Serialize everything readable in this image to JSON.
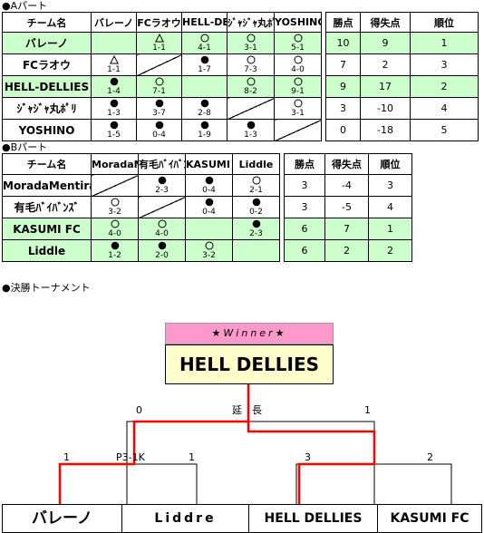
{
  "partA": {
    "title": "●Aパート",
    "headers": [
      "チーム名",
      "バレーノ",
      "FCラオウ",
      "HELL-DELLIES",
      "ｼﾞｬｼﾞｬ丸ﾎﾟﾘ",
      "YOSHINO",
      "勝点",
      "得失点",
      "順位"
    ],
    "rows": [
      {
        "team": "バレーノ",
        "highlight": true,
        "cells": [
          null,
          {
            "mark": "triangle",
            "score": "1-1"
          },
          {
            "mark": "win",
            "score": "4-1"
          },
          {
            "mark": "win",
            "score": "3-1"
          },
          {
            "mark": "win",
            "score": "5-1"
          }
        ],
        "points": "10",
        "diff": "9",
        "rank": "1"
      },
      {
        "team": "FCラオウ",
        "highlight": false,
        "cells": [
          {
            "mark": "triangle",
            "score": "1-1"
          },
          null,
          {
            "mark": "loss",
            "score": "1-7"
          },
          {
            "mark": "win",
            "score": "7-3"
          },
          {
            "mark": "win",
            "score": "4-0"
          }
        ],
        "points": "7",
        "diff": "2",
        "rank": "3"
      },
      {
        "team": "HELL-DELLIES",
        "highlight": true,
        "cells": [
          {
            "mark": "loss",
            "score": "1-4"
          },
          {
            "mark": "win",
            "score": "7-1"
          },
          null,
          {
            "mark": "win",
            "score": "8-2"
          },
          {
            "mark": "win",
            "score": "9-1"
          }
        ],
        "points": "9",
        "diff": "17",
        "rank": "2"
      },
      {
        "team": "ｼﾞｬｼﾞｬ丸ﾎﾟﾘ",
        "highlight": false,
        "cells": [
          {
            "mark": "loss",
            "score": "1-3"
          },
          {
            "mark": "loss",
            "score": "3-7"
          },
          {
            "mark": "loss",
            "score": "2-8"
          },
          null,
          {
            "mark": "win",
            "score": "3-1"
          }
        ],
        "points": "3",
        "diff": "-10",
        "rank": "4"
      },
      {
        "team": "YOSHINO",
        "highlight": false,
        "cells": [
          {
            "mark": "loss",
            "score": "1-5"
          },
          {
            "mark": "loss",
            "score": "0-4"
          },
          {
            "mark": "loss",
            "score": "1-9"
          },
          {
            "mark": "loss",
            "score": "1-3"
          },
          null
        ],
        "points": "0",
        "diff": "-18",
        "rank": "5"
      }
    ]
  },
  "partB": {
    "title": "●Bパート",
    "headers": [
      "チーム名",
      "MoradaMentira",
      "有毛ﾊﾞｲﾊﾞﾝｽﾞ",
      "KASUMI FC",
      "Liddle",
      "勝点",
      "得失点",
      "順位"
    ],
    "rows": [
      {
        "team": "MoradaMentira",
        "highlight": false,
        "cells": [
          null,
          {
            "mark": "loss",
            "score": "2-3"
          },
          {
            "mark": "loss",
            "score": "0-4"
          },
          {
            "mark": "win",
            "score": "2-1"
          }
        ],
        "points": "3",
        "diff": "-4",
        "rank": "3"
      },
      {
        "team": "有毛ﾊﾞｲﾊﾞﾝｽﾞ",
        "highlight": false,
        "cells": [
          {
            "mark": "win",
            "score": "3-2"
          },
          null,
          {
            "mark": "loss",
            "score": "0-4"
          },
          {
            "mark": "loss",
            "score": "0-2"
          }
        ],
        "points": "3",
        "diff": "-5",
        "rank": "4"
      },
      {
        "team": "KASUMI FC",
        "highlight": true,
        "cells": [
          {
            "mark": "win",
            "score": "4-0"
          },
          {
            "mark": "win",
            "score": "4-0"
          },
          null,
          {
            "mark": "loss",
            "score": "2-3"
          }
        ],
        "points": "6",
        "diff": "7",
        "rank": "1"
      },
      {
        "team": "Liddle",
        "highlight": true,
        "cells": [
          {
            "mark": "loss",
            "score": "1-2"
          },
          {
            "mark": "loss",
            "score": "2-0"
          },
          {
            "mark": "win",
            "score": "3-2"
          },
          null
        ],
        "points": "6",
        "diff": "2",
        "rank": "2"
      }
    ]
  },
  "tournament": {
    "title": "●決勝トーナメント",
    "winner_label": "★Winner★",
    "winner": "HELL DELLIES",
    "final_left_score": "0",
    "final_right_score": "1",
    "final_note": "延　長",
    "semi1_left_score": "1",
    "semi1_right_score": "1",
    "semi1_note": "P3-1K",
    "semi2_left_score": "3",
    "semi2_right_score": "2",
    "teams": [
      "バレーノ",
      "Liddre",
      "HELL DELLIES",
      "KASUMI FC"
    ],
    "accent_color": "#ff0000"
  }
}
